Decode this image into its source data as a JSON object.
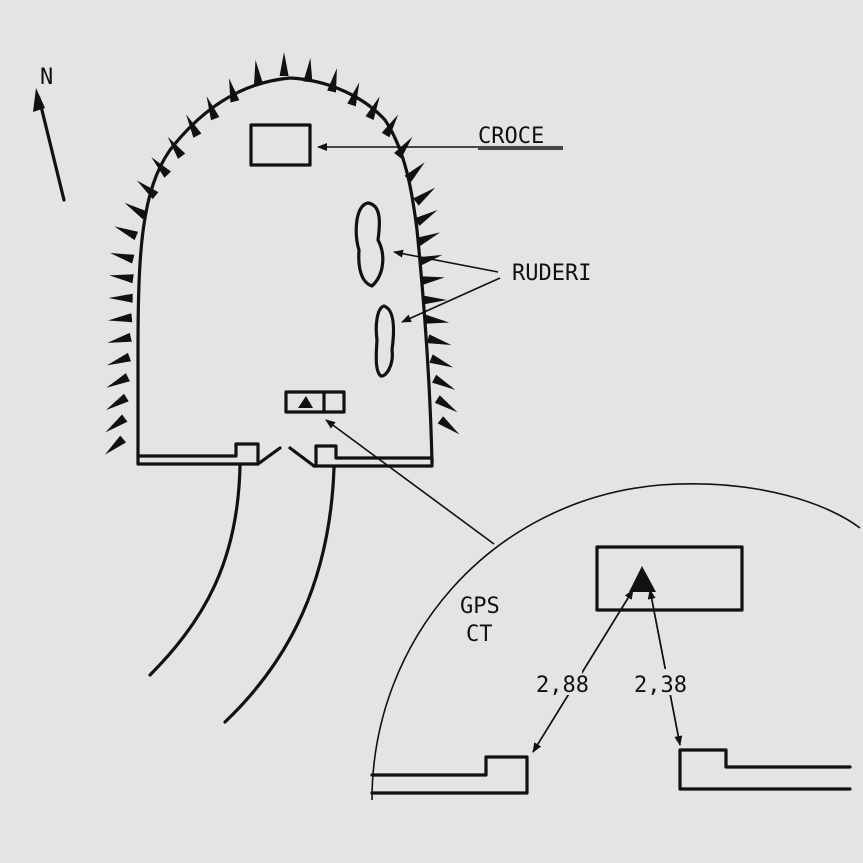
{
  "labels": {
    "north": "N",
    "cross": "CROCE",
    "ruins": "RUDERI",
    "gps_line1": "GPS",
    "gps_line2": "CT",
    "dist_left": "2,88",
    "dist_right": "2,38"
  },
  "colors": {
    "ink": "#111111",
    "paper": "#e4e4e4"
  }
}
